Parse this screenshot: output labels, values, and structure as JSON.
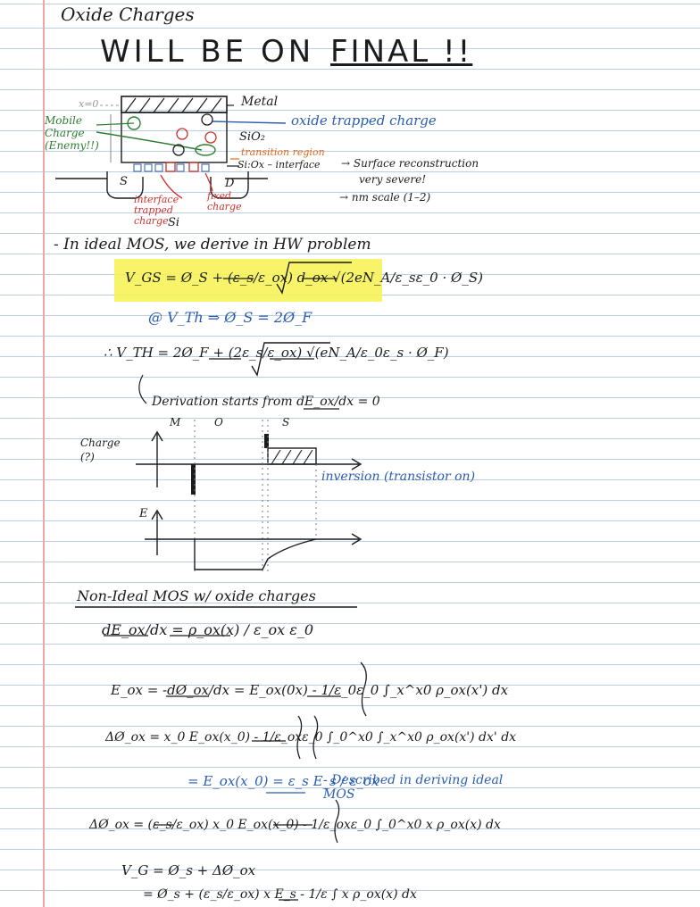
{
  "page": {
    "title": "Oxide Charges",
    "headline": "WILL BE ON",
    "headline_final": "FINAL !!"
  },
  "diagram": {
    "x0": "x=0",
    "metal": "Metal",
    "sio2": "SiO₂",
    "mobile_charge": "Mobile Charge (Enemy!!)",
    "oxide_trapped": "oxide trapped charge",
    "transition": "transition region",
    "interface": "Si:Ox – interface",
    "surface_recon": "→ Surface reconstruction",
    "very_severe": "very severe!",
    "nm_scale": "→ nm scale (1–2)",
    "interface_trapped": "interface trapped charge",
    "fixed": "fixed charge",
    "si": "Si",
    "s": "S",
    "d": "D"
  },
  "notes": {
    "ideal_line": "- In ideal MOS, we derive in HW problem",
    "vgs_eq": "V_GS = Ø_S + (ε_s/ε_ox) d_ox √(2eN_A/ε_sε_0 · Ø_S)",
    "at_vth": "@ V_Th ⇒ Ø_S = 2Ø_F",
    "vth_eq": "∴ V_TH = 2Ø_F + (2ε_s/ε_ox) √(eN_A/ε_0ε_s · Ø_F)",
    "derivation": "Derivation starts from dE_ox/dx = 0",
    "mos_labels": [
      "M",
      "O",
      "S"
    ],
    "charge_label": "Charge (?)",
    "inversion": "inversion (transistor on)",
    "e_label": "E",
    "nonideal": "Non-Ideal MOS w/ oxide charges",
    "eq1": "dE_ox/dx = ρ_ox(x) / ε_ox ε_0",
    "eq2": "E_ox = -dØ_ox/dx = E_ox(0x) - 1/ε_0ε_0 ∫_x^x0 ρ_ox(x') dx",
    "eq3": "ΔØ_ox = x_0 E_ox(x_0) - 1/ε_oxε_0 ∫_0^x0 ∫_x^x0 ρ_ox(x') dx' dx",
    "eq4": "= E_ox(x_0) = ε_s E_s / ε_ox",
    "described": "- Described in deriving ideal MOS",
    "eq5": "ΔØ_ox = (ε_s/ε_ox) x_0 E_ox(x_0) - 1/ε_oxε_0 ∫_0^x0 x ρ_ox(x) dx",
    "eq6": "V_G = Ø_s + ΔØ_ox",
    "eq7": "= Ø_s + (ε_s/ε_ox) x E_s - 1/ε ∫ x ρ_ox(x) dx"
  },
  "colors": {
    "ink": "#1c1c1c",
    "blue_ink": "#2a5db0",
    "red_ink": "#d0302a",
    "green_ink": "#2e7d32",
    "orange_ink": "#e06a1b",
    "highlight": "#f7f250",
    "rule_line": "#b9cfe6",
    "margin_line": "#f2a3a3"
  }
}
